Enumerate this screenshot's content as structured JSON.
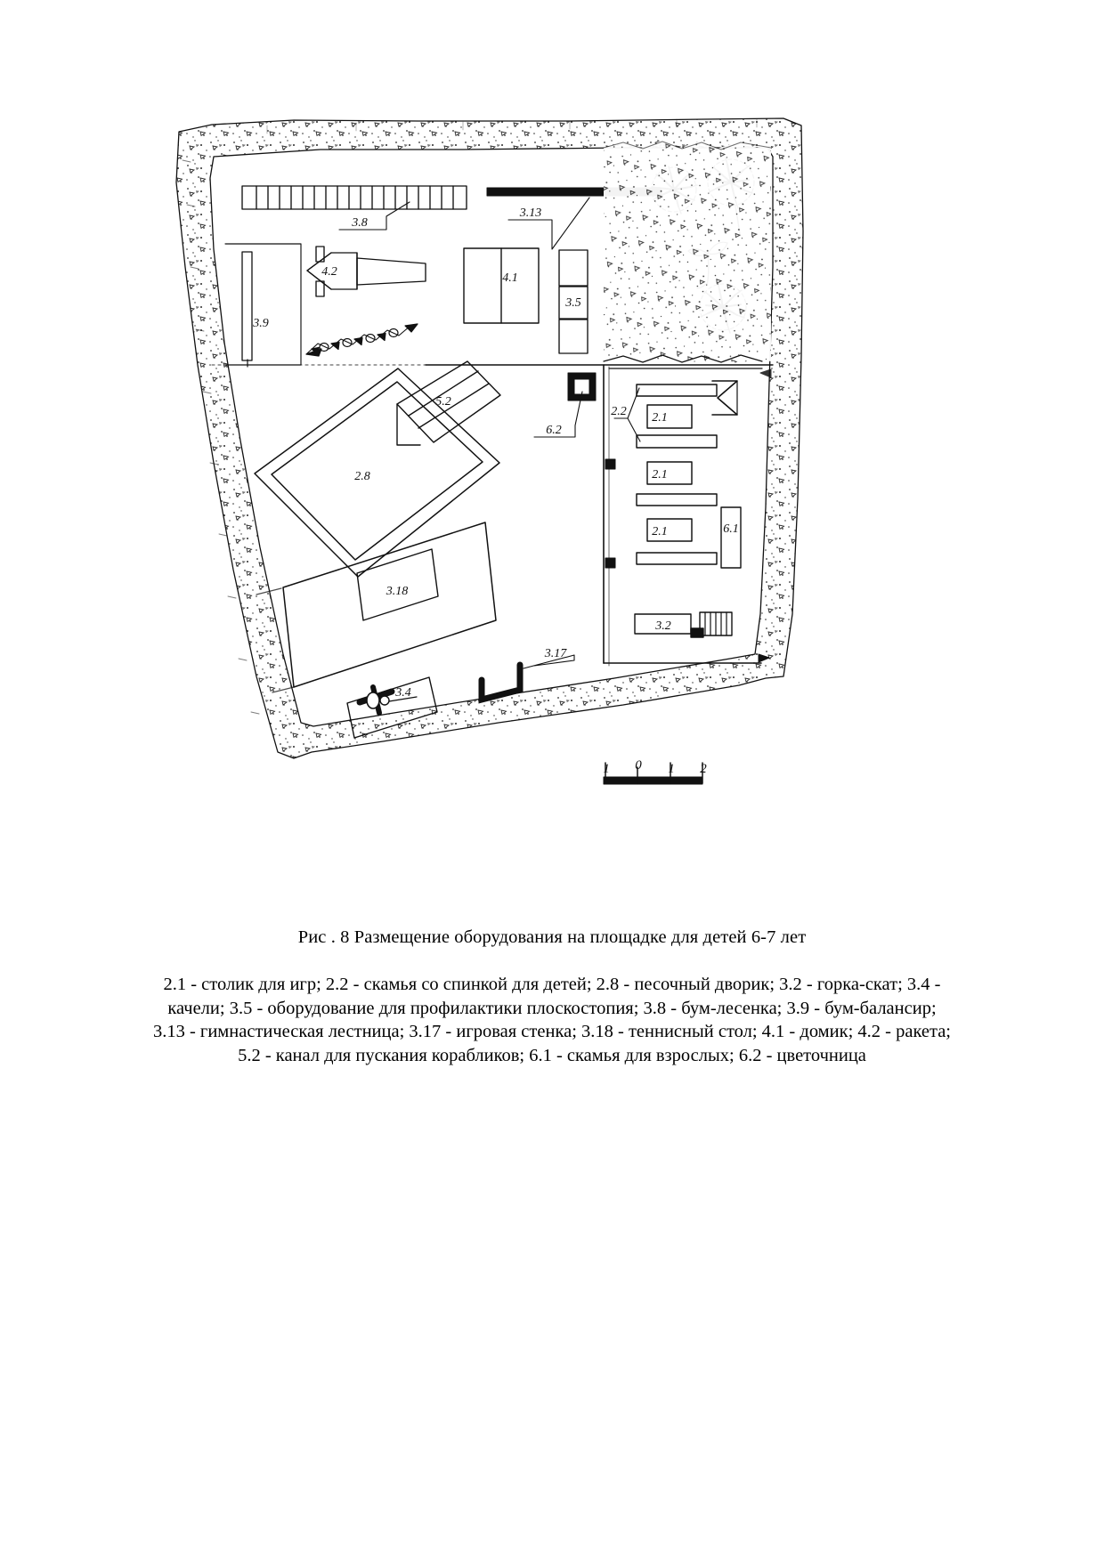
{
  "figure": {
    "caption": "Рис . 8 Размещение оборудования на площадке для детей 6-7 лет",
    "legend": "2.1 - столик для игр; 2.2 - скамья со спинкой  для детей; 2.8 - песочный дворик; 3.2 - горка-скат; 3.4 - качели; 3.5 - оборудование для профилактики плоскостопия; 3.8 - бум-лесенка; 3.9 - бум-балансир; 3.13 - гимнастическая лестница; 3.17 - игровая стенка; 3.18 - теннисный стол; 4.1 - домик; 4.2 - ракета; 5.2 - канал для пускания корабликов; 6.1 - скамья для взрослых; 6.2 - цветочница",
    "scale_bar": {
      "ticks": [
        "1",
        "0",
        "1",
        "2"
      ]
    }
  },
  "plan_labels": {
    "bum_lesenka": "3.8",
    "gym_ladder": "3.13",
    "rocket": "4.2",
    "house": "4.1",
    "flatfoot_equipment": "3.5",
    "bum_balancer": "3.9",
    "boat_channel": "5.2",
    "sand_yard": "2.8",
    "flower_box": "6.2",
    "bench_children": "2.2",
    "play_table_1": "2.1",
    "play_table_2": "2.1",
    "play_table_3": "2.1",
    "bench_adults": "6.1",
    "slide": "3.2",
    "tennis_table": "3.18",
    "swing": "3.4",
    "play_wall": "3.17"
  },
  "colors": {
    "ink": "#111111",
    "paper": "#ffffff",
    "hatch": "#3a3a3a"
  }
}
